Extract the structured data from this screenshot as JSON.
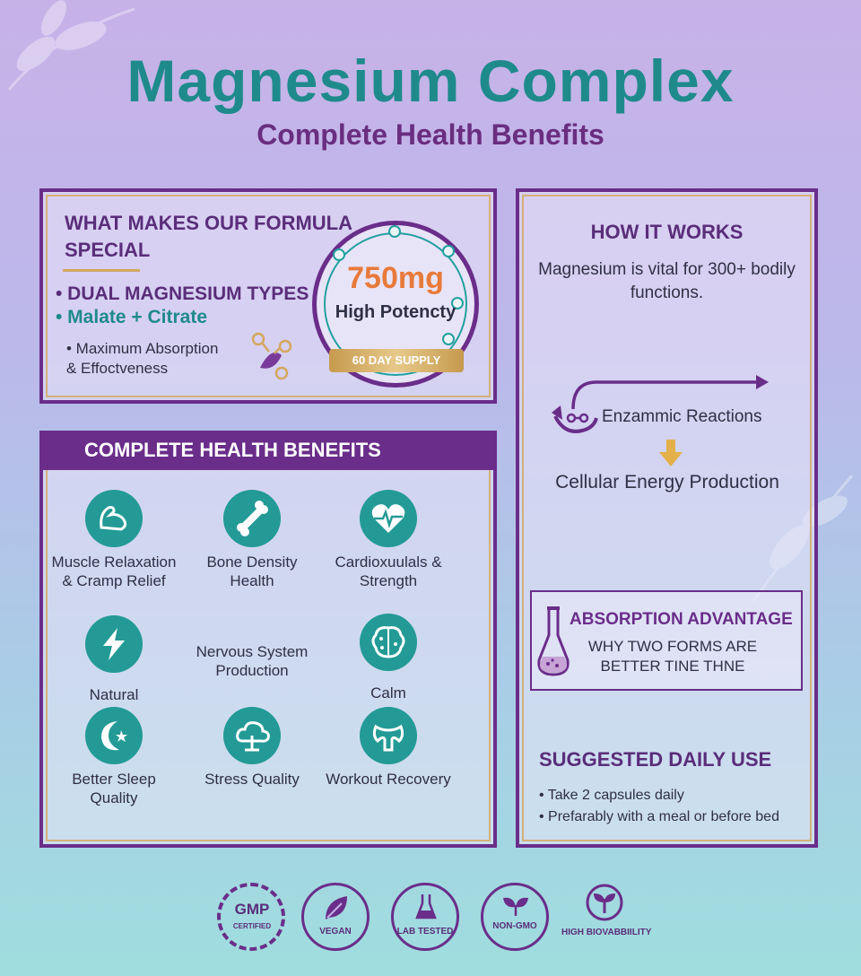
{
  "header": {
    "title": "Magnesium Complex",
    "subtitle": "Complete Health Benefits"
  },
  "formula": {
    "heading": "WHAT MAKES OUR FORMULA SPECIAL",
    "dual_types": "• DUAL MAGNESIUM TYPES",
    "malate_citrate": "• Malate + Citrate",
    "absorption_line1": "• Maximum Absorption",
    "absorption_line2": "& Effoctveness",
    "badge": {
      "dose": "750mg",
      "potency": "High Potencty",
      "supply": "60 DAY SUPPLY"
    }
  },
  "benefits": {
    "heading": "COMPLETE HEALTH BENEFITS",
    "items": [
      {
        "label": "Muscle Relaxation & Cramp Relief",
        "icon": "muscle-icon"
      },
      {
        "label": "Bone Density Health",
        "icon": "bone-icon"
      },
      {
        "label": "Cardioxuulals & Strength",
        "icon": "heart-icon"
      },
      {
        "label": "Natural",
        "icon": "lightning-icon"
      },
      {
        "label": "Nervous System Production",
        "icon": "none"
      },
      {
        "label": "Calm",
        "icon": "brain-icon"
      },
      {
        "label": "Better Sleep Quality",
        "icon": "moon-icon"
      },
      {
        "label": "Stress Quality",
        "icon": "cloud-icon"
      },
      {
        "label": "Workout Recovery",
        "icon": "body-icon"
      }
    ]
  },
  "how": {
    "title": "HOW IT WORKS",
    "desc": "Magnesium is vital for 300+ bodily functions.",
    "enzymes": "Enzammic Reactions",
    "cellular": "Cellular Energy Production"
  },
  "absorption": {
    "title": "ABSORPTION ADVANTAGE",
    "subtitle": "WHY TWO FORMS ARE BETTER TINE THNE"
  },
  "use": {
    "title": "SUGGESTED DAILY USE",
    "items": [
      "• Take 2 capsules daily",
      "• Prefarably with a meal or before bed"
    ]
  },
  "certs": {
    "gmp_main": "GMP",
    "gmp_sub": "CERTIFIED",
    "vegan": "VEGAN",
    "lab": "LAB TESTED",
    "nongmo": "NON-GMO",
    "bio": "HIGH BIOVABBIILITY"
  },
  "colors": {
    "teal": "#1f8a8c",
    "purple": "#6a2d8a",
    "orange": "#e87a3a",
    "gold": "#d4b07a"
  }
}
